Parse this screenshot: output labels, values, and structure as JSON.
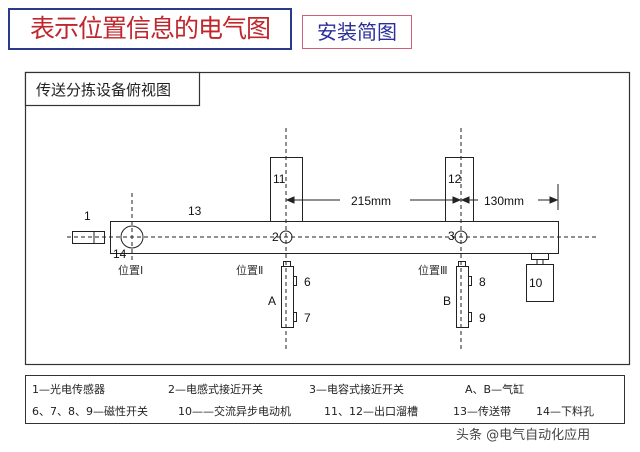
{
  "header": {
    "title": "表示位置信息的电气图",
    "subtitle": "安装简图"
  },
  "diagram": {
    "panel_title": "传送分拣设备俯视图",
    "labels": {
      "sensor": "1",
      "belt": "13",
      "hole": "14",
      "sw2": "2",
      "sw3": "3",
      "chute11": "11",
      "chute12": "12",
      "dim1": "215mm",
      "dim2": "130mm",
      "pos1": "位置Ⅰ",
      "pos2": "位置Ⅱ",
      "pos3": "位置Ⅲ",
      "cylA": "A",
      "cylB": "B",
      "m6": "6",
      "m7": "7",
      "m8": "8",
      "m9": "9",
      "motor": "10"
    }
  },
  "legend": {
    "row1": [
      "1—光电传感器",
      "2—电感式接近开关",
      "3—电容式接近开关",
      "A、B—气缸"
    ],
    "row2": [
      "6、7、8、9—磁性开关",
      "10——交流异步电动机",
      "11、12—出口溜槽",
      "13—传送带",
      "14—下料孔"
    ]
  },
  "watermark": "头条 @电气自动化应用"
}
